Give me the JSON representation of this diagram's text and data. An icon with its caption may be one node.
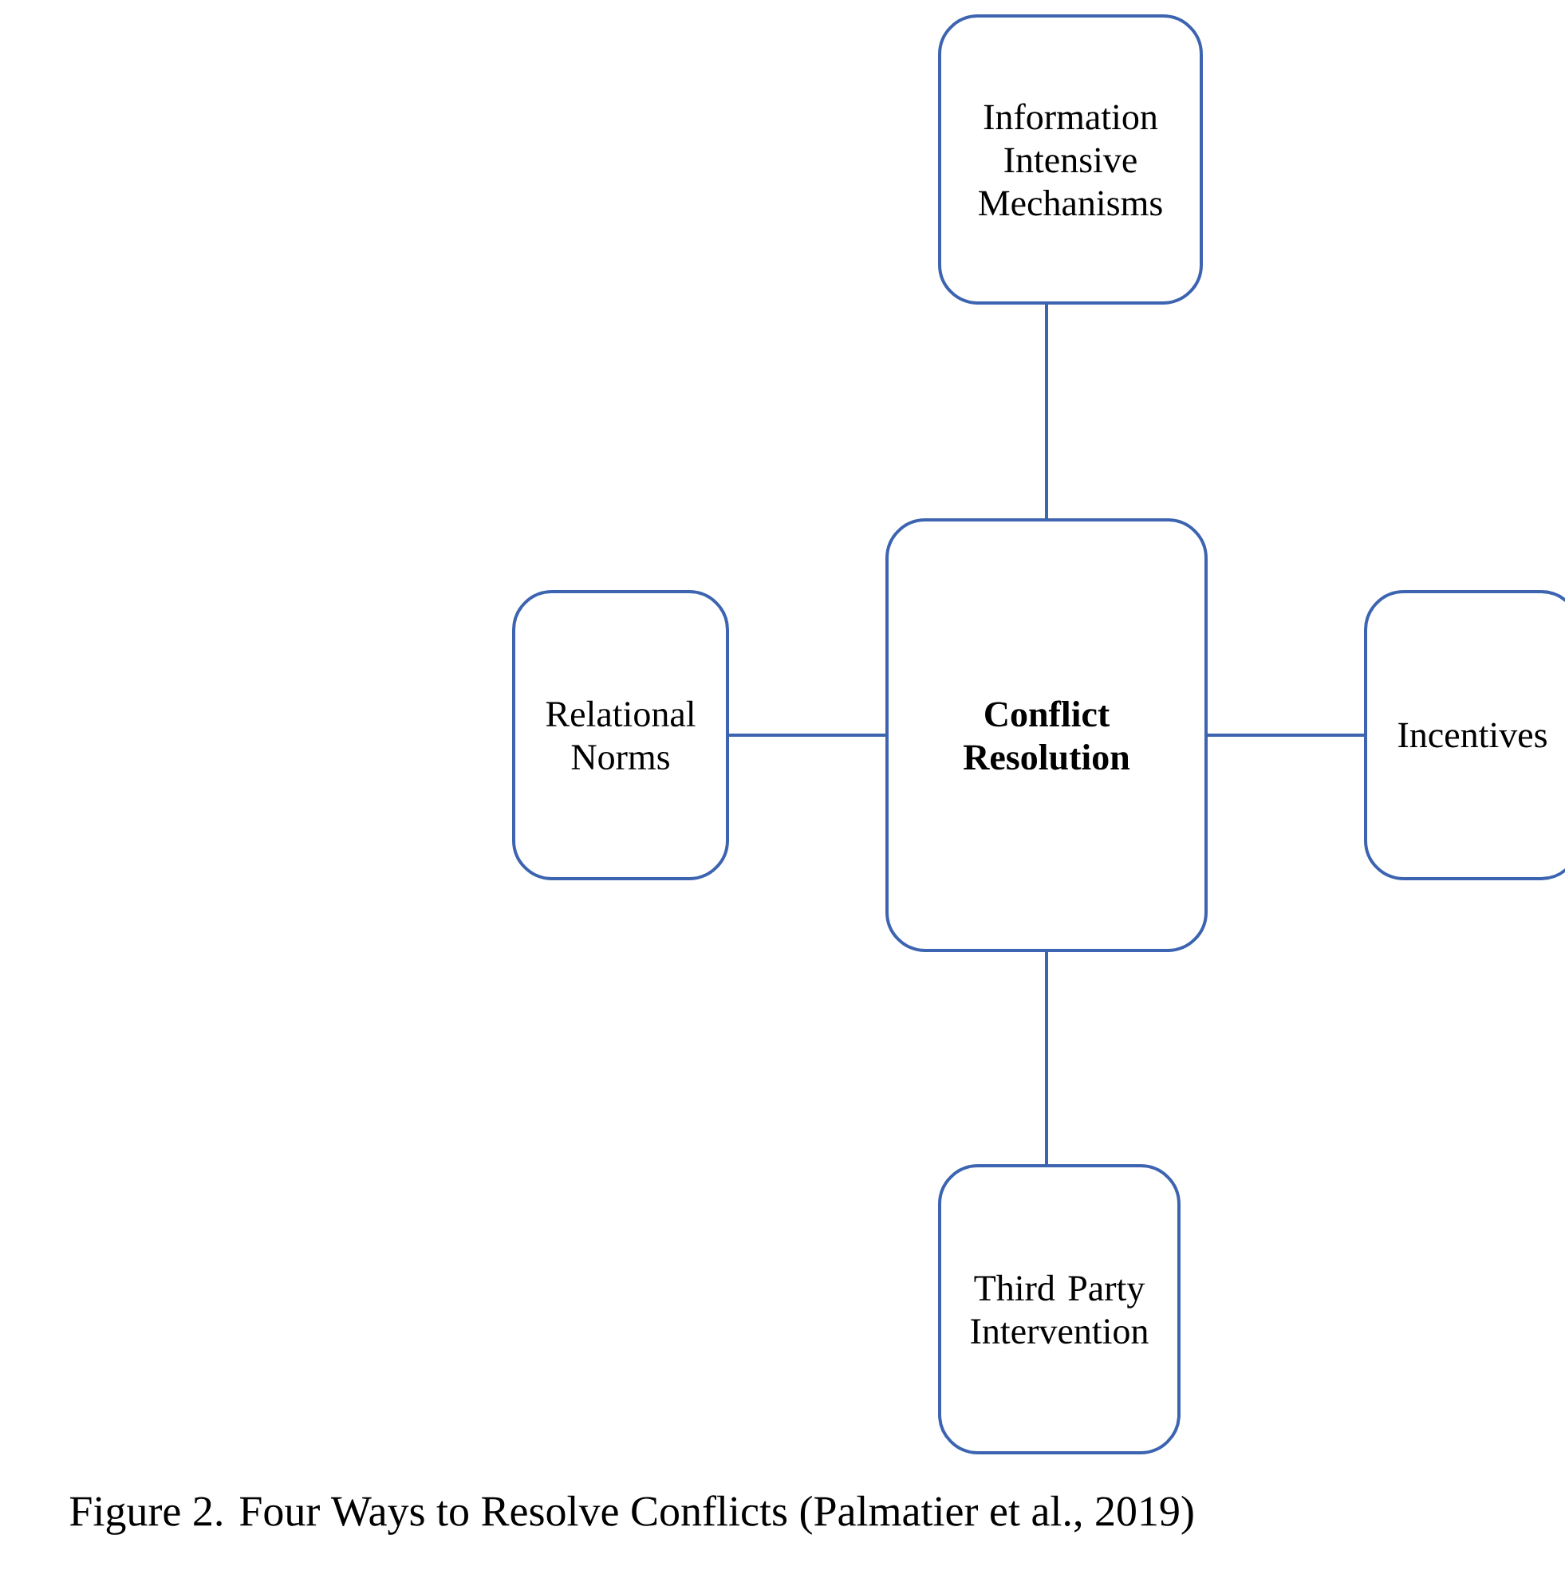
{
  "diagram": {
    "caption": "Figure 2. Four Ways to Resolve Conflicts (Palmatier et al., 2019)",
    "nodes": [
      {
        "text": [
          "Information Intensive Mechanisms"
        ]
      },
      {
        "text": [
          "Relational Norms"
        ]
      },
      {
        "text": [
          "Conflict Resolution"
        ]
      },
      {
        "text": [
          "Incentives"
        ]
      },
      {
        "text": [
          "Third Party Intervention"
        ]
      }
    ],
    "edges": [
      {
        "from": 2,
        "to": 0,
        "arrow": "none"
      },
      {
        "from": 2,
        "to": 1,
        "arrow": "none"
      },
      {
        "from": 2,
        "to": 3,
        "arrow": "none"
      },
      {
        "from": 2,
        "to": 4,
        "arrow": "none"
      }
    ]
  }
}
